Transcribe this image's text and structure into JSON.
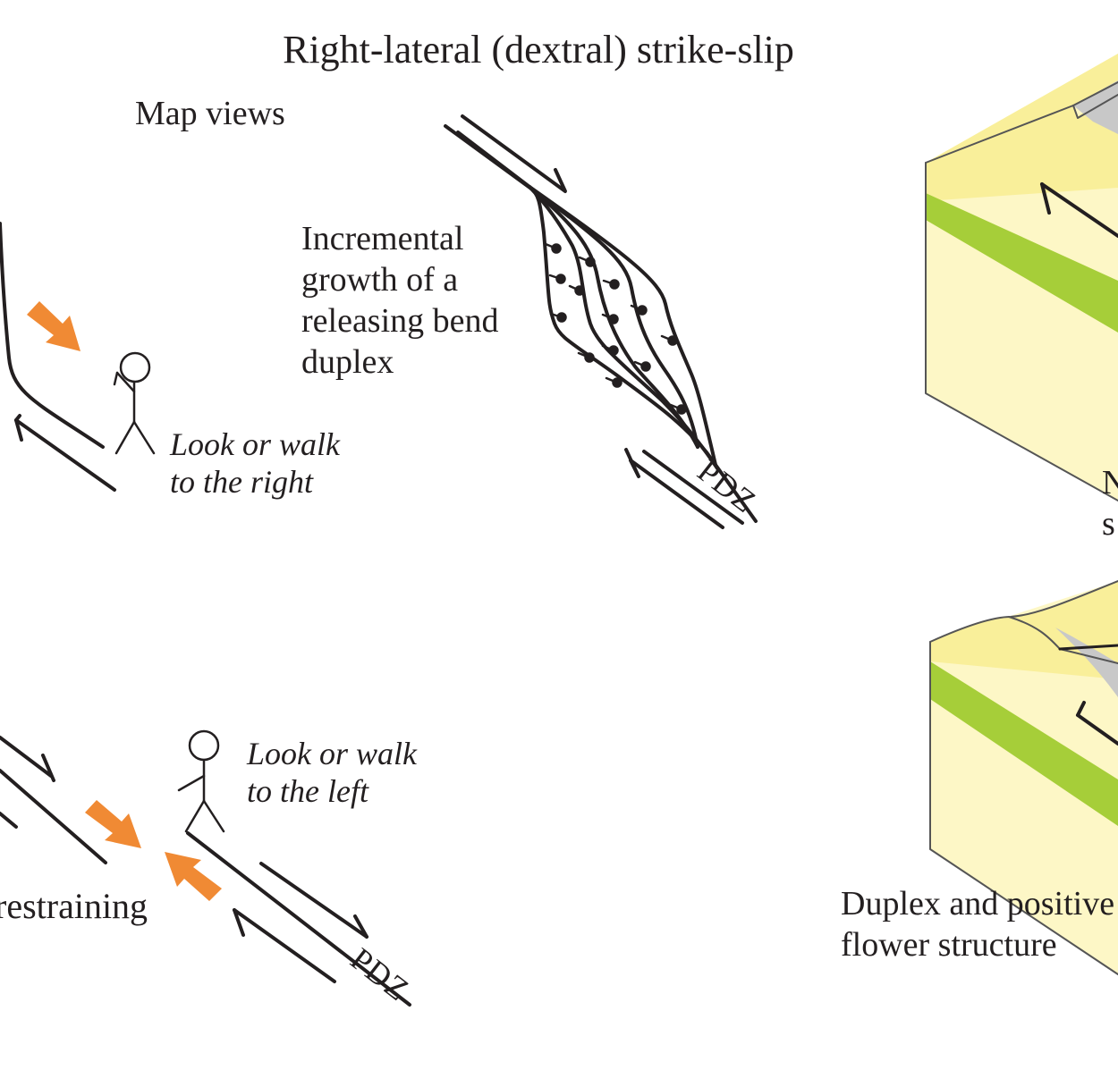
{
  "title": "Right-lateral (dextral) strike-slip",
  "map_views_label": "Map views",
  "releasing": {
    "caption_lines": [
      "Incremental",
      "growth of a",
      "releasing bend",
      "duplex"
    ],
    "pdz_label": "PDZ"
  },
  "left_releasing": {
    "observer_label_lines": [
      "Look or walk",
      "to the right"
    ]
  },
  "restraining": {
    "caption_fragment": "restraining",
    "observer_label_lines": [
      "Look or walk",
      "to the left"
    ],
    "pdz_label": "PDZ"
  },
  "block_top": {
    "caption_fragment_lines": [
      "N",
      "s"
    ]
  },
  "block_bottom": {
    "caption_lines": [
      "Duplex and positive",
      "flower structure"
    ]
  },
  "colors": {
    "ink": "#231f20",
    "arrow_orange": "#f08a34",
    "block_face": "#fdf7c6",
    "block_top": "#f9ef9a",
    "block_layer_green": "#a6ce39",
    "fault_grey": "#c8c8c8"
  }
}
